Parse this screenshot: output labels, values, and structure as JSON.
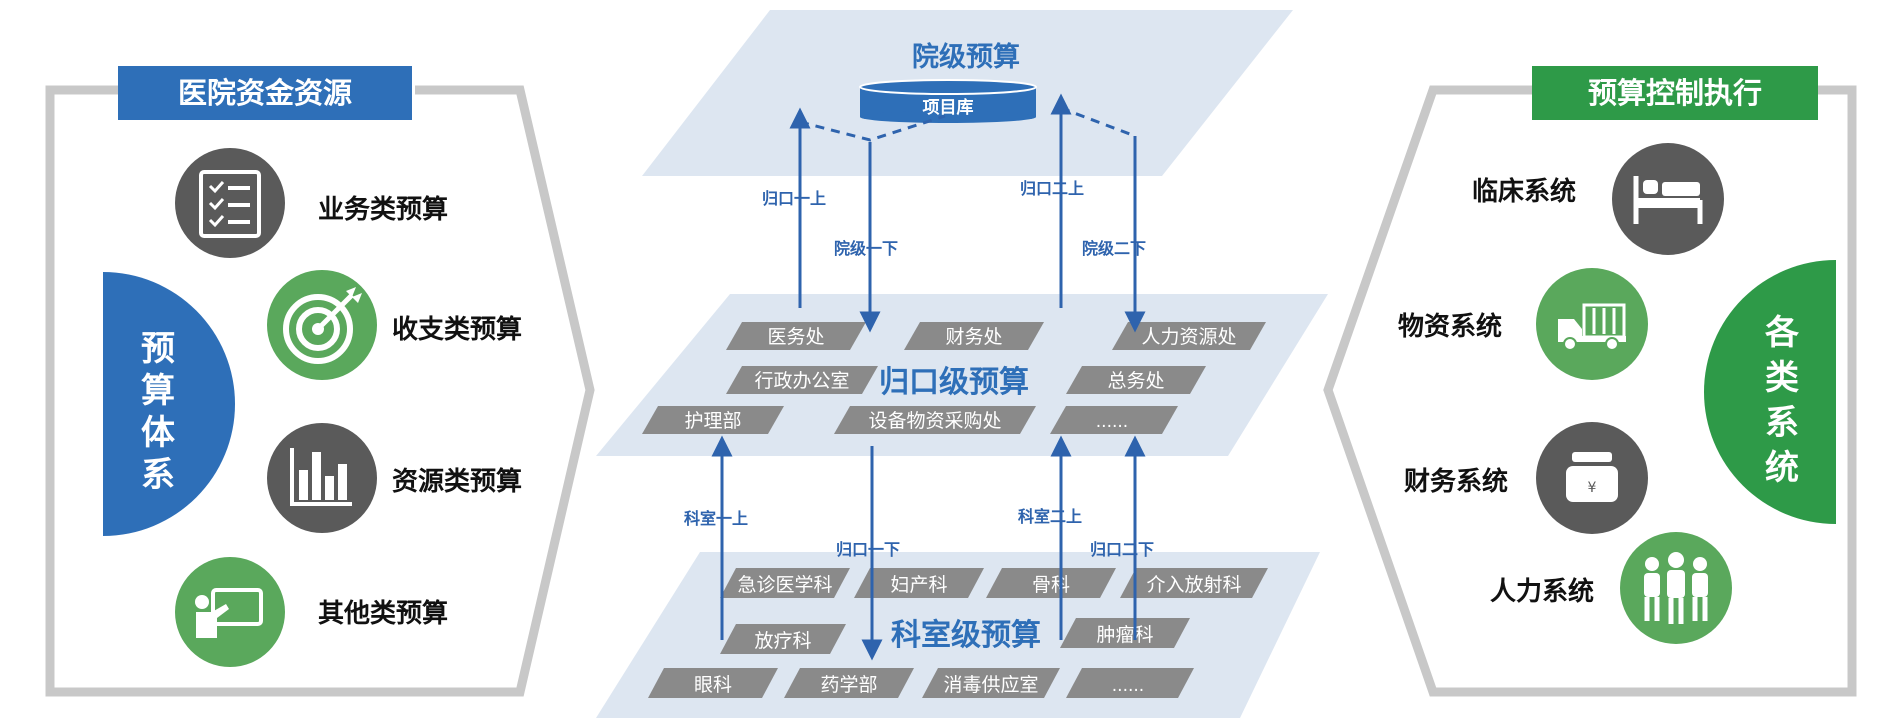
{
  "left_panel": {
    "title": "医院资金资源",
    "tab_label": [
      "预",
      "算",
      "体",
      "系"
    ],
    "items": [
      {
        "label": "业务类预算",
        "icon": "checklist-icon"
      },
      {
        "label": "收支类预算",
        "icon": "target-icon"
      },
      {
        "label": "资源类预算",
        "icon": "bar-chart-icon"
      },
      {
        "label": "其他类预算",
        "icon": "presentation-icon"
      }
    ]
  },
  "right_panel": {
    "title": "预算控制执行",
    "tab_label": [
      "各",
      "类",
      "系",
      "统"
    ],
    "items": [
      {
        "label": "临床系统",
        "icon": "bed-icon"
      },
      {
        "label": "物资系统",
        "icon": "truck-icon"
      },
      {
        "label": "财务系统",
        "icon": "money-bag-icon"
      },
      {
        "label": "人力系统",
        "icon": "people-icon"
      }
    ]
  },
  "center": {
    "hospital_level": {
      "title": "院级预算",
      "db_label": "项目库"
    },
    "central_level": {
      "title": "归口级预算",
      "units": [
        "医务处",
        "财务处",
        "人力资源处",
        "行政办公室",
        "总务处",
        "护理部",
        "设备物资采购处",
        "......"
      ]
    },
    "dept_level": {
      "title": "科室级预算",
      "units": [
        "急诊医学科",
        "妇产科",
        "骨科",
        "介入放射科",
        "放疗科",
        "肿瘤科",
        "眼科",
        "药学部",
        "消毒供应室",
        "......"
      ]
    },
    "arrows": {
      "up1_top": "归口一上",
      "down1_top": "院级一下",
      "up2_top": "归口二上",
      "down2_top": "院级二下",
      "up1_bottom": "科室一上",
      "down1_bottom": "归口一下",
      "up2_bottom": "科室二上",
      "down2_bottom": "归口二下"
    }
  },
  "colors": {
    "blue": "#2e6fb8",
    "green": "#2e9a48",
    "icon_green": "#5aa85c",
    "icon_gray": "#5a5a5a",
    "plane": "#dde6f1",
    "tag_gray": "#8a8a8a",
    "frame_gray": "#c8c8c8",
    "arrow_blue": "#2e63ad"
  }
}
